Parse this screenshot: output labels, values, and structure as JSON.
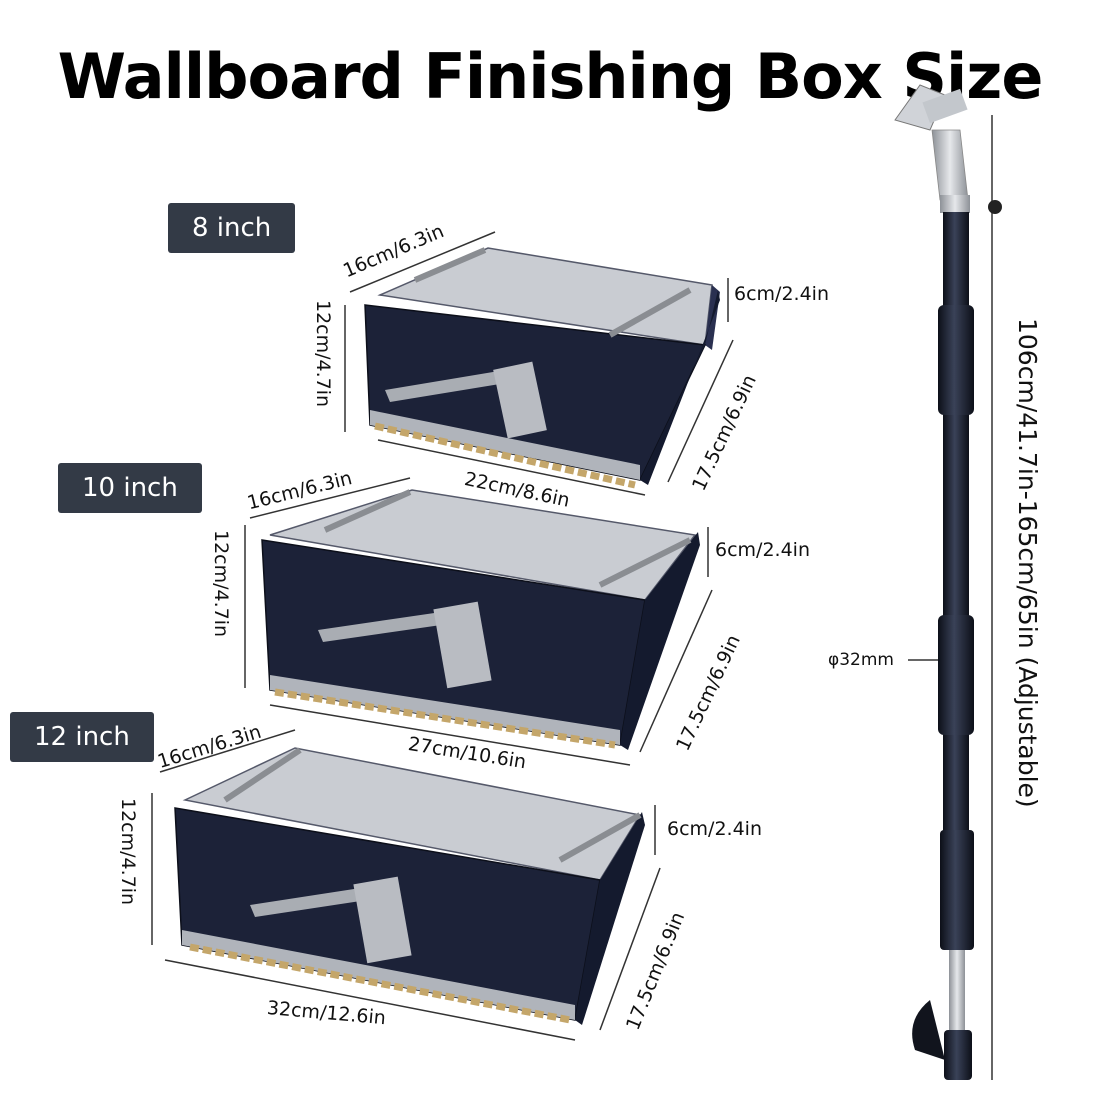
{
  "title": "Wallboard Finishing Box Size",
  "boxes": [
    {
      "label": "8 inch",
      "depth": "16cm/6.3in",
      "height": "12cm/4.7in",
      "side": "6cm/2.4in",
      "width": "22cm/8.6in",
      "diagonal": "17.5cm/6.9in"
    },
    {
      "label": "10 inch",
      "depth": "16cm/6.3in",
      "height": "12cm/4.7in",
      "side": "6cm/2.4in",
      "width": "27cm/10.6in",
      "diagonal": "17.5cm/6.9in"
    },
    {
      "label": "12 inch",
      "depth": "16cm/6.3in",
      "height": "12cm/4.7in",
      "side": "6cm/2.4in",
      "width": "32cm/12.6in",
      "diagonal": "17.5cm/6.9in"
    }
  ],
  "pole": {
    "length": "106cm/41.7in-165cm/65in (Adjustable)",
    "diameter": "φ32mm"
  },
  "colors": {
    "box_body": "#1c2238",
    "box_tray": "#c9ccd2",
    "metal": "#a9adb3",
    "brass": "#c4a66a",
    "pole": "#1d2230",
    "label_bg": "#333a46"
  }
}
